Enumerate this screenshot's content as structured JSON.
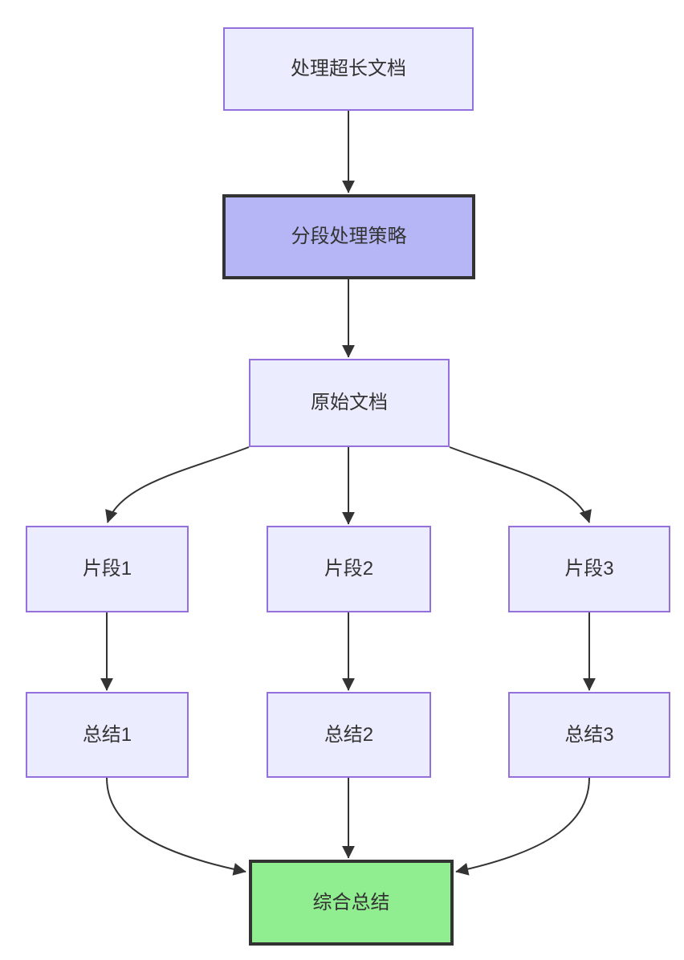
{
  "diagram": {
    "type": "flowchart-top-down",
    "nodes": [
      {
        "id": "A",
        "label": "处理超长文档",
        "style": "default"
      },
      {
        "id": "B",
        "label": "分段处理策略",
        "style": "emphasis"
      },
      {
        "id": "C",
        "label": "原始文档",
        "style": "default"
      },
      {
        "id": "D1",
        "label": "片段1",
        "style": "default"
      },
      {
        "id": "D2",
        "label": "片段2",
        "style": "default"
      },
      {
        "id": "D3",
        "label": "片段3",
        "style": "default"
      },
      {
        "id": "E1",
        "label": "总结1",
        "style": "default"
      },
      {
        "id": "E2",
        "label": "总结2",
        "style": "default"
      },
      {
        "id": "E3",
        "label": "总结3",
        "style": "default"
      },
      {
        "id": "F",
        "label": "综合总结",
        "style": "result"
      }
    ],
    "edges": [
      {
        "from": "A",
        "to": "B"
      },
      {
        "from": "B",
        "to": "C"
      },
      {
        "from": "C",
        "to": "D1"
      },
      {
        "from": "C",
        "to": "D2"
      },
      {
        "from": "C",
        "to": "D3"
      },
      {
        "from": "D1",
        "to": "E1"
      },
      {
        "from": "D2",
        "to": "E2"
      },
      {
        "from": "D3",
        "to": "E3"
      },
      {
        "from": "E1",
        "to": "F"
      },
      {
        "from": "E2",
        "to": "F"
      },
      {
        "from": "E3",
        "to": "F"
      }
    ],
    "colors": {
      "node_fill": "#ECECFF",
      "node_border": "#9370DB",
      "emphasis_fill": "#B6B6F6",
      "emphasis_border": "#333333",
      "result_fill": "#90EE90",
      "result_border": "#333333",
      "edge": "#333333",
      "text": "#333333",
      "background": "#FFFFFF"
    }
  }
}
